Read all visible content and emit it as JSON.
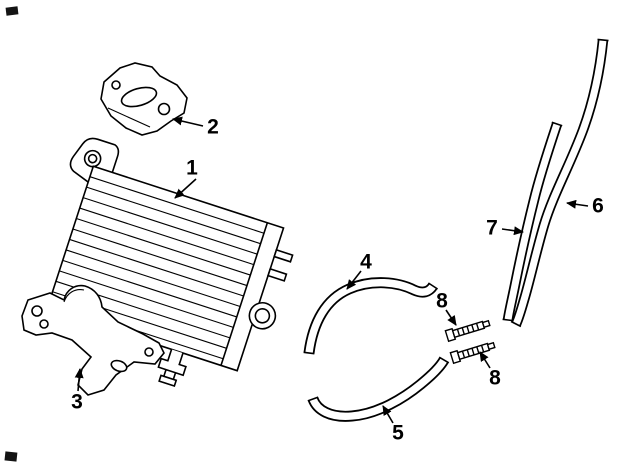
{
  "diagram": {
    "type": "exploded-parts-line-drawing",
    "background_color": "#ffffff",
    "line_color": "#000000",
    "callouts": [
      {
        "label": "1",
        "part": "oil-cooler"
      },
      {
        "label": "2",
        "part": "upper-mounting-bracket"
      },
      {
        "label": "3",
        "part": "lower-mounting-bracket"
      },
      {
        "label": "4",
        "part": "upper-hose"
      },
      {
        "label": "5",
        "part": "lower-hose"
      },
      {
        "label": "6",
        "part": "outer-tube"
      },
      {
        "label": "7",
        "part": "inner-tube"
      },
      {
        "label": "8",
        "part": "bolt-upper"
      },
      {
        "label": "8",
        "part": "bolt-lower"
      }
    ]
  }
}
